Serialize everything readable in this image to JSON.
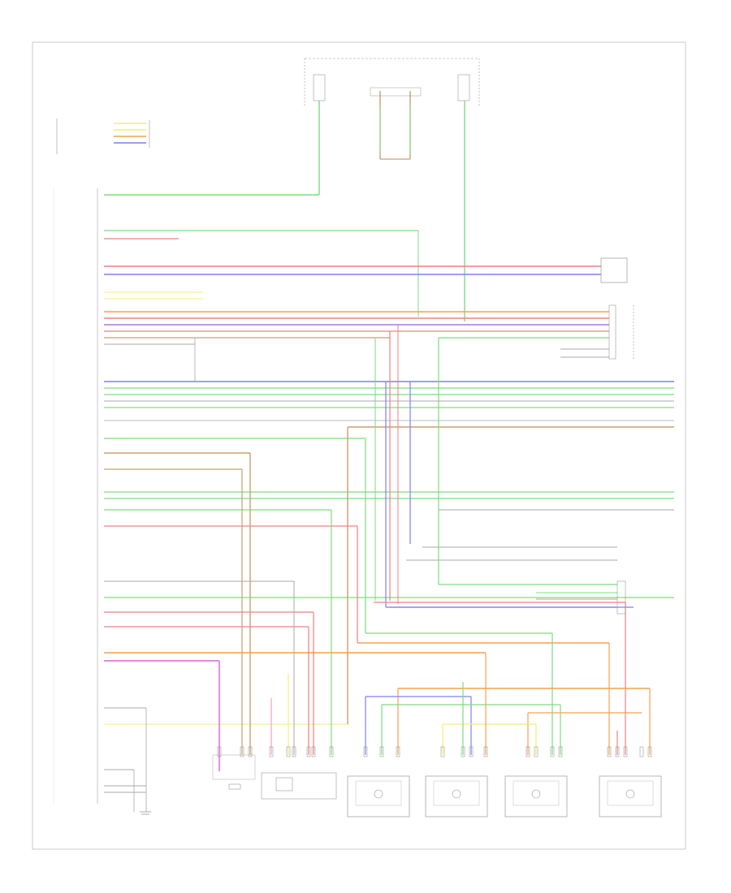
{
  "diagram": {
    "footer_code": "",
    "colors": {
      "green": "#7ddc7d",
      "red": "#f08080",
      "blue": "#7f7ff5",
      "pink": "#f5a0c0",
      "orange": "#f5a050",
      "yellow": "#f5ee70",
      "tan": "#c8a070",
      "gray": "#a8a8a8",
      "purple": "#a878d8",
      "magenta": "#e060e0",
      "frame": "#c8c8c8"
    },
    "blocks": {
      "left_module": "",
      "top_fuse_left": "",
      "top_fuse_right": "",
      "top_center": "",
      "right_module": "",
      "right_sensor": ""
    },
    "bottom_components": [
      {
        "name": "",
        "role": "connector"
      },
      {
        "name": "",
        "role": "connector"
      },
      {
        "name": "",
        "role": "actuator"
      },
      {
        "name": "",
        "role": "actuator"
      },
      {
        "name": "",
        "role": "actuator"
      },
      {
        "name": "",
        "role": "actuator"
      }
    ]
  }
}
